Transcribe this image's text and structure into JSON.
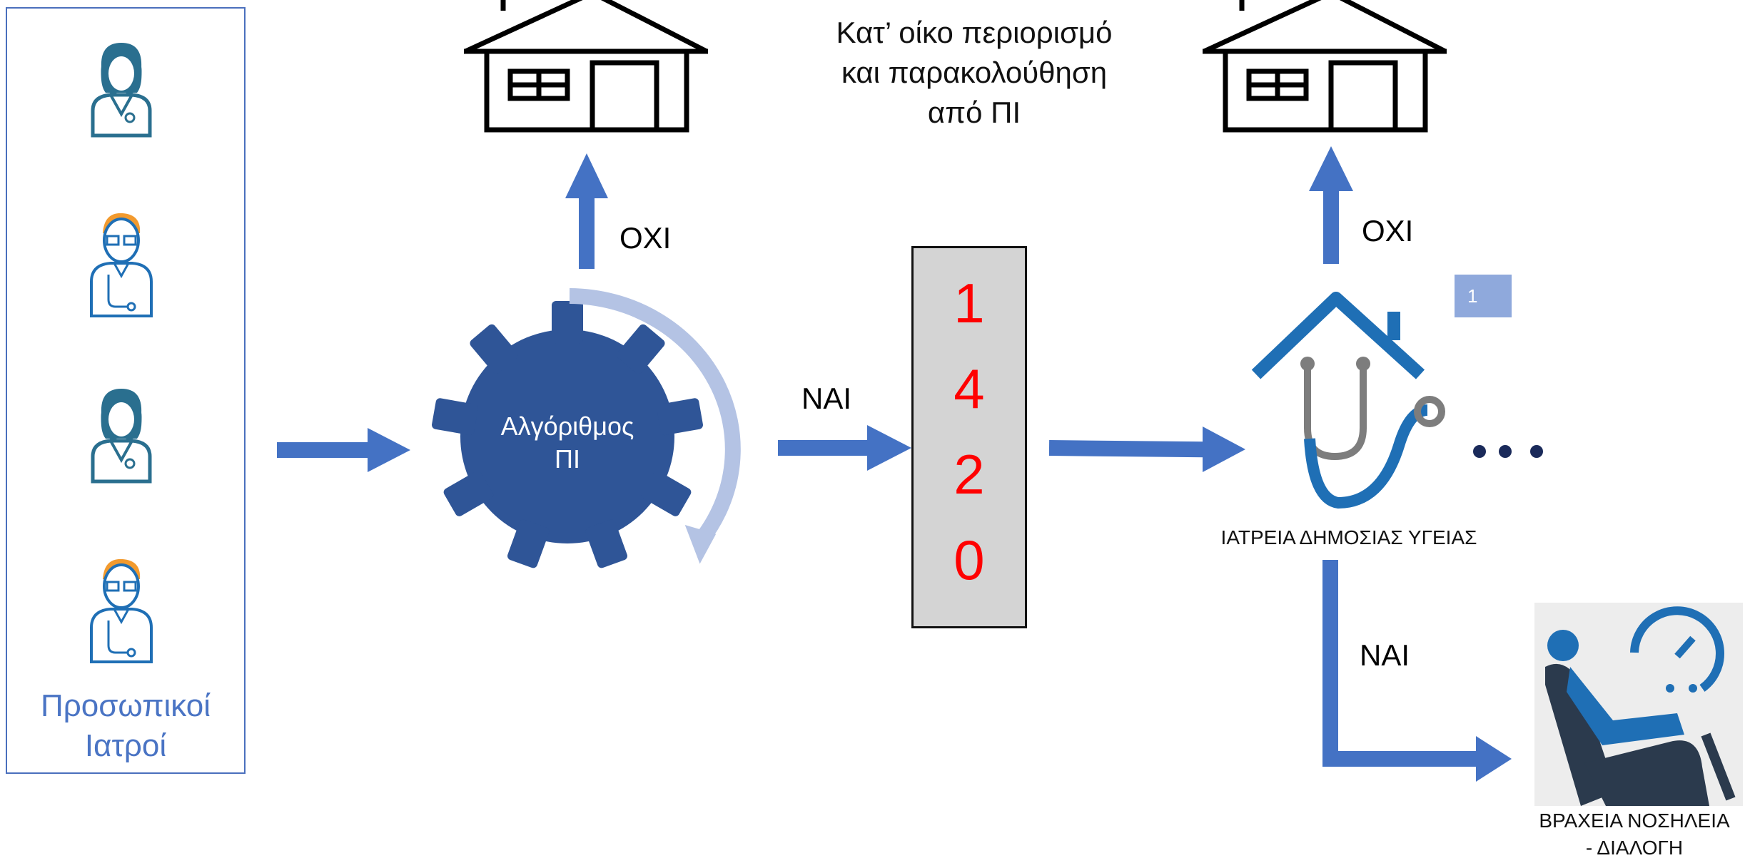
{
  "doctors_panel": {
    "label_line1": "Προσωπικοί",
    "label_line2": "Ιατροί",
    "icons": [
      "female-doctor-icon",
      "male-doctor-icon",
      "female-doctor-icon",
      "male-doctor-icon"
    ]
  },
  "algorithm": {
    "line1": "Αλγόριθμος",
    "line2": "ΠΙ"
  },
  "labels": {
    "no_top_left": "ΟΧΙ",
    "yes_middle": "ΝΑΙ",
    "no_top_right": "ΟΧΙ",
    "yes_bottom": "ΝΑΙ"
  },
  "caption": {
    "line1": "Κατ’ οίκο περιορισμό",
    "line2": "και παρακολούθηση",
    "line3": "από ΠΙ"
  },
  "code": {
    "digits": [
      "1",
      "4",
      "2",
      "0"
    ]
  },
  "clinic": {
    "label": "ΙΑΤΡΕΙΑ ΔΗΜΟΣΙΑΣ ΥΓΕΙΑΣ",
    "badge": "1"
  },
  "hospital": {
    "line1": "ΒΡΑΧΕΙΑ ΝΟΣΗΛΕΙΑ",
    "line2": "- ΔΙΑΛΟΓΗ"
  },
  "colors": {
    "arrow": "#4472c4",
    "gear": "#2f5597",
    "gear_cycle": "#b4c3e4",
    "code_digits": "#ff0000",
    "clinic_blue": "#1f6fb5",
    "chair": "#2b3a4d"
  }
}
